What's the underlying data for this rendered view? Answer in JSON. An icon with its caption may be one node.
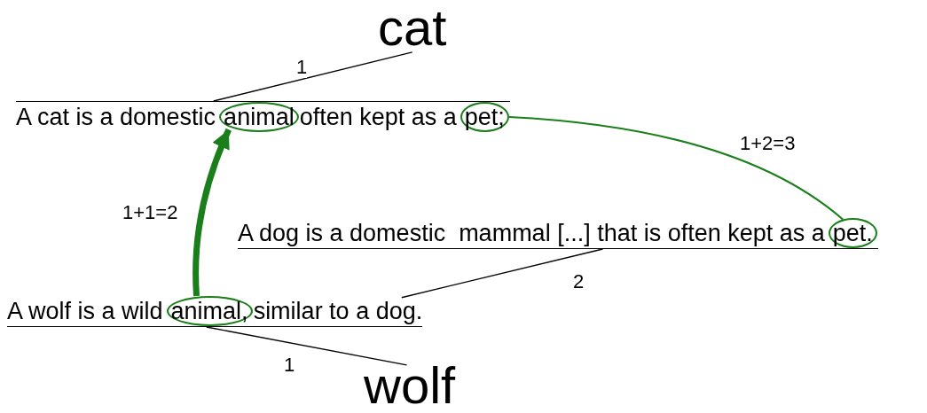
{
  "diagram": {
    "nodes": [
      {
        "text": [
          "cat"
        ]
      },
      {
        "text": [
          "A cat is a domestic",
          "often kept as a"
        ]
      },
      {
        "text": [
          "animal"
        ],
        "in": 1
      },
      {
        "text": [
          "pet;"
        ],
        "in": 1
      },
      {
        "text": [
          "A dog is a domestic  mammal [...] that is often kept as a"
        ]
      },
      {
        "text": [
          "pet."
        ],
        "in": 4
      },
      {
        "text": [
          "A wolf is a wild",
          "similar to a dog."
        ]
      },
      {
        "text": [
          "animal,"
        ],
        "in": 6
      },
      {
        "text": [
          "wolf"
        ]
      }
    ],
    "edges": [
      {
        "from": 0,
        "to": 1,
        "arrow": "none",
        "label": "1"
      },
      {
        "from": 4,
        "to": 6,
        "arrow": "none",
        "label": "2"
      },
      {
        "from": 6,
        "to": 8,
        "arrow": "none",
        "label": "1"
      },
      {
        "from": 7,
        "to": 2,
        "arrow": "to",
        "label": "1+1=2",
        "style": "thick",
        "color": "#1a7f1a"
      },
      {
        "from": 3,
        "to": 5,
        "arrow": "none",
        "label": "1+2=3",
        "color": "#1a7f1a"
      }
    ]
  }
}
